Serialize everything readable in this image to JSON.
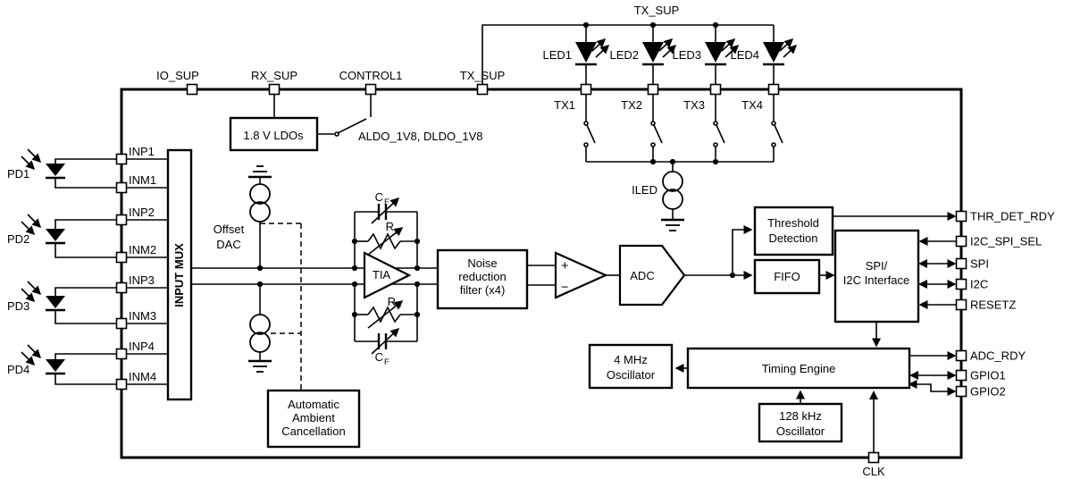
{
  "top_pins": {
    "io_sup": "IO_SUP",
    "rx_sup": "RX_SUP",
    "control1": "CONTROL1",
    "tx_sup": "TX_SUP"
  },
  "tx_rail_label": "TX_SUP",
  "leds": {
    "names": [
      "LED1",
      "LED2",
      "LED3",
      "LED4"
    ],
    "tx": [
      "TX1",
      "TX2",
      "TX3",
      "TX4"
    ],
    "iled": "ILED"
  },
  "pds": {
    "names": [
      "PD1",
      "PD2",
      "PD3",
      "PD4"
    ],
    "pins": [
      "INP1",
      "INM1",
      "INP2",
      "INM2",
      "INP3",
      "INM3",
      "INP4",
      "INM4"
    ]
  },
  "blocks": {
    "ldo": "1.8 V LDOs",
    "ldo_outputs": "ALDO_1V8, DLDO_1V8",
    "input_mux": "INPUT MUX",
    "offset_dac": [
      "Offset",
      "DAC"
    ],
    "tia": "TIA",
    "noise_filter": [
      "Noise",
      "reduction",
      "filter (x4)"
    ],
    "adc": "ADC",
    "threshold": [
      "Threshold",
      "Detection"
    ],
    "fifo": "FIFO",
    "spi_i2c": [
      "SPI/",
      "I2C Interface"
    ],
    "timing": "Timing Engine",
    "osc_4mhz": [
      "4 MHz",
      "Oscillator"
    ],
    "osc_128khz": [
      "128 kHz",
      "Oscillator"
    ],
    "aac": [
      "Automatic",
      "Ambient",
      "Cancellation"
    ]
  },
  "amp": {
    "plus": "+",
    "minus": "−"
  },
  "passives": {
    "c": "C",
    "r": "R",
    "sub": "F"
  },
  "right_pins": [
    "THR_DET_RDY",
    "I2C_SPI_SEL",
    "SPI",
    "I2C",
    "RESETZ",
    "ADC_RDY",
    "GPIO1",
    "GPIO2"
  ],
  "bottom_pin": "CLK"
}
